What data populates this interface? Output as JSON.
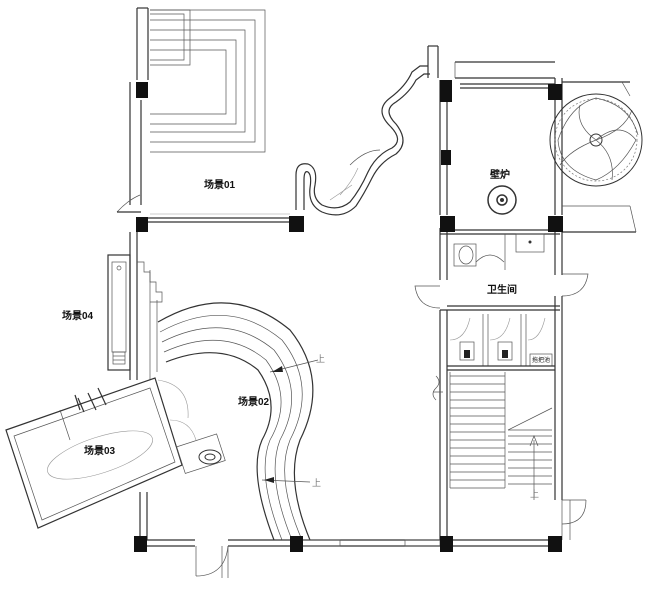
{
  "rooms": {
    "scene01": "场景01",
    "scene02": "场景02",
    "scene03": "场景03",
    "scene04": "场景04",
    "fireplace": "壁炉",
    "restroom": "卫生间",
    "mop_pool": "拖把池"
  },
  "markers": {
    "up": "上"
  }
}
